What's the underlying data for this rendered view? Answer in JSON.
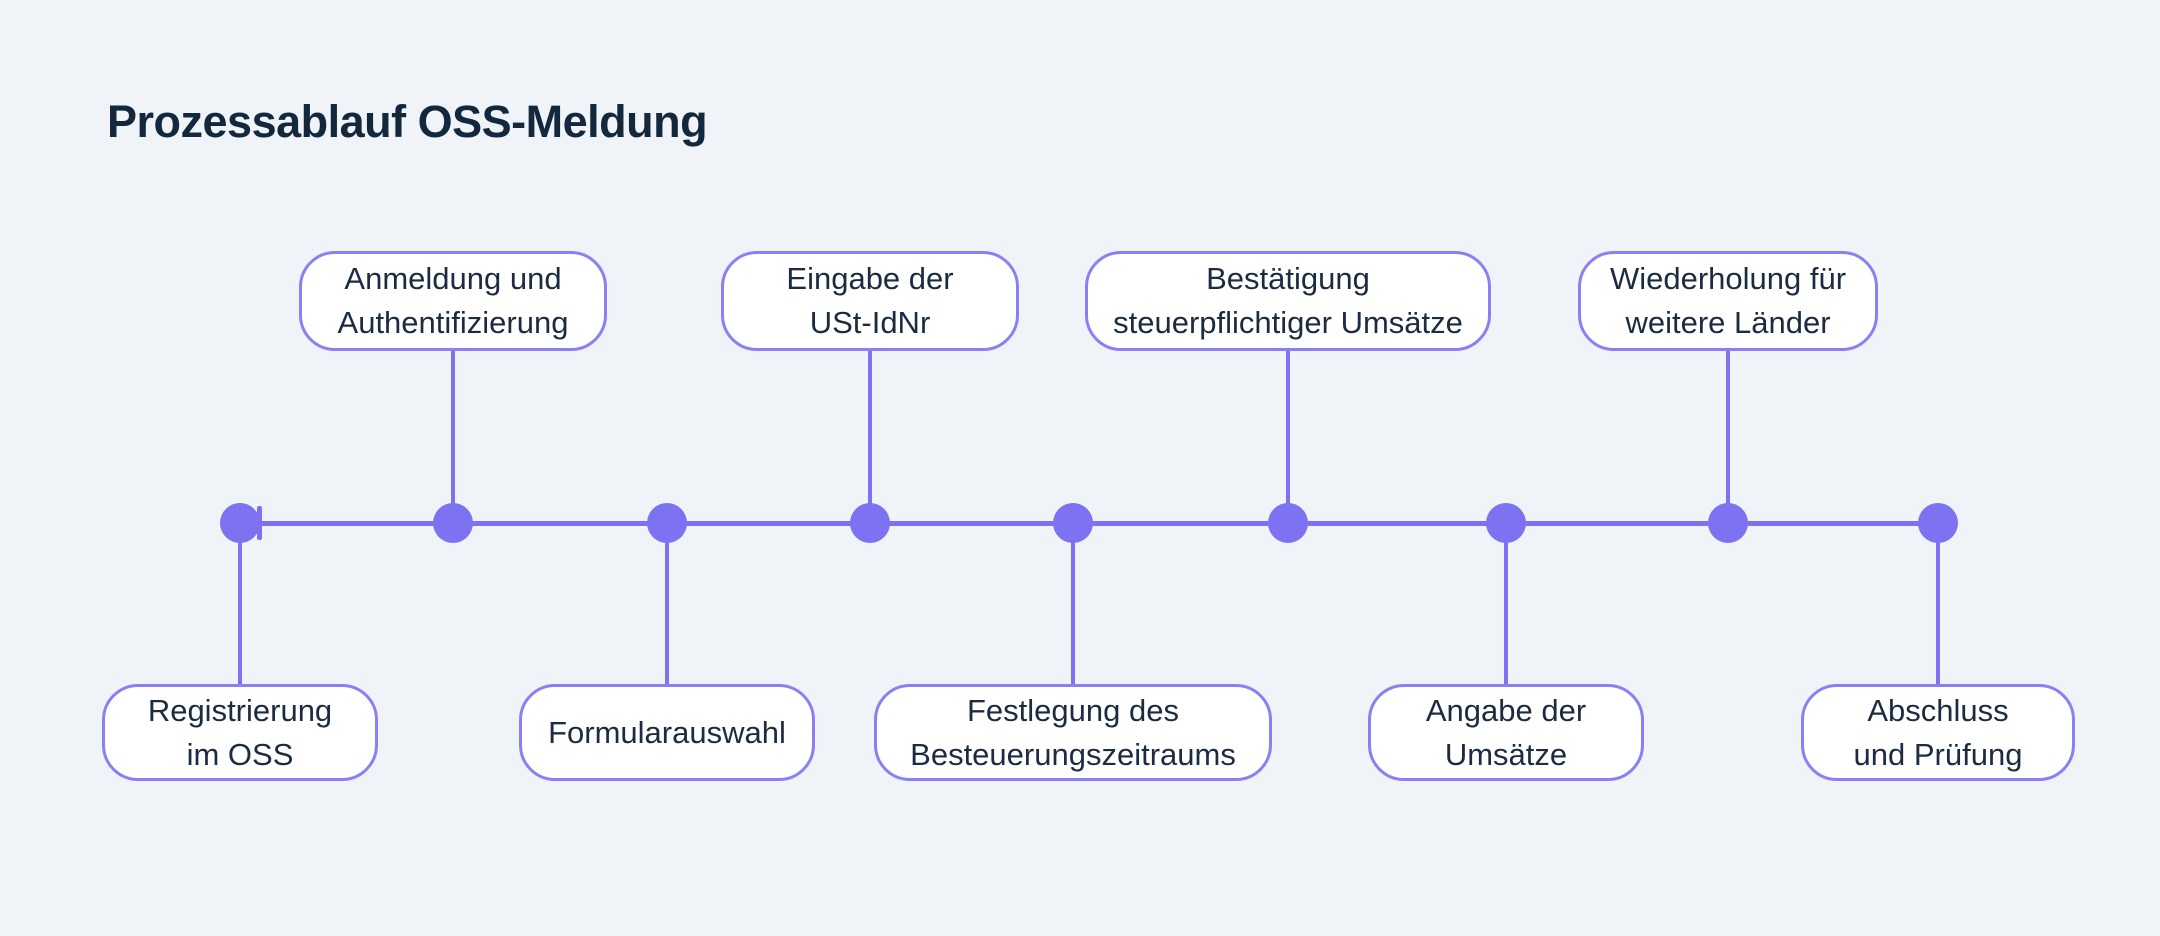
{
  "title": "Prozessablauf OSS-Meldung",
  "colors": {
    "background": "#F0F4F8",
    "accent": "#7C72F2",
    "node_border": "#8A80F3",
    "node_fill": "#FFFFFF",
    "text": "#1B2C42",
    "title_color": "#14283D"
  },
  "timeline": {
    "orientation": "horizontal",
    "steps": [
      {
        "label": "Registrierung\nim OSS",
        "position": "below"
      },
      {
        "label": "Anmeldung und\nAuthentifizierung",
        "position": "above"
      },
      {
        "label": "Formularauswahl",
        "position": "below"
      },
      {
        "label": "Eingabe der\nUSt-IdNr",
        "position": "above"
      },
      {
        "label": "Festlegung des\nBesteuerungszeitraums",
        "position": "below"
      },
      {
        "label": "Bestätigung\nsteuerpflichtiger Umsätze",
        "position": "above"
      },
      {
        "label": "Angabe der\nUmsätze",
        "position": "below"
      },
      {
        "label": "Wiederholung für\nweitere Länder",
        "position": "above"
      },
      {
        "label": "Abschluss\nund Prüfung",
        "position": "below"
      }
    ]
  }
}
